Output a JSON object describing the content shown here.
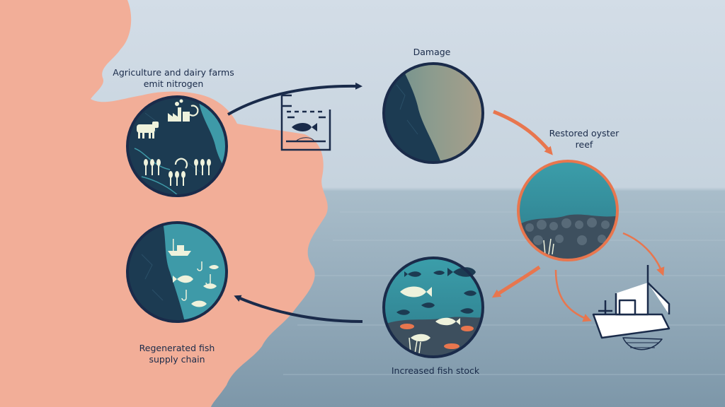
{
  "nodes": {
    "agriculture": {
      "lines": [
        "Agriculture and dairy farms",
        "emit nitrogen"
      ]
    },
    "damage": {
      "lines": [
        "Damage"
      ]
    },
    "oyster": {
      "lines": [
        "Restored oyster",
        "reef"
      ]
    },
    "fish_stock": {
      "lines": [
        "Increased fish stock"
      ]
    },
    "supply": {
      "lines": [
        "Regenerated fish",
        "supply chain"
      ]
    }
  },
  "colors": {
    "sky": "#cfdbe6",
    "sea": "#8fa8b8",
    "land": "#f2ae98",
    "navy": "#1a2b4a",
    "orange": "#e8764e",
    "teal": "#3e9aa8",
    "cream": "#eef2dc"
  },
  "icons": [
    "cow-icon",
    "factory-icon",
    "recycle-icon",
    "wheat-icon",
    "fish-icon",
    "fishing-boat-icon",
    "water-tank-icon",
    "fishing-hook-icon"
  ]
}
